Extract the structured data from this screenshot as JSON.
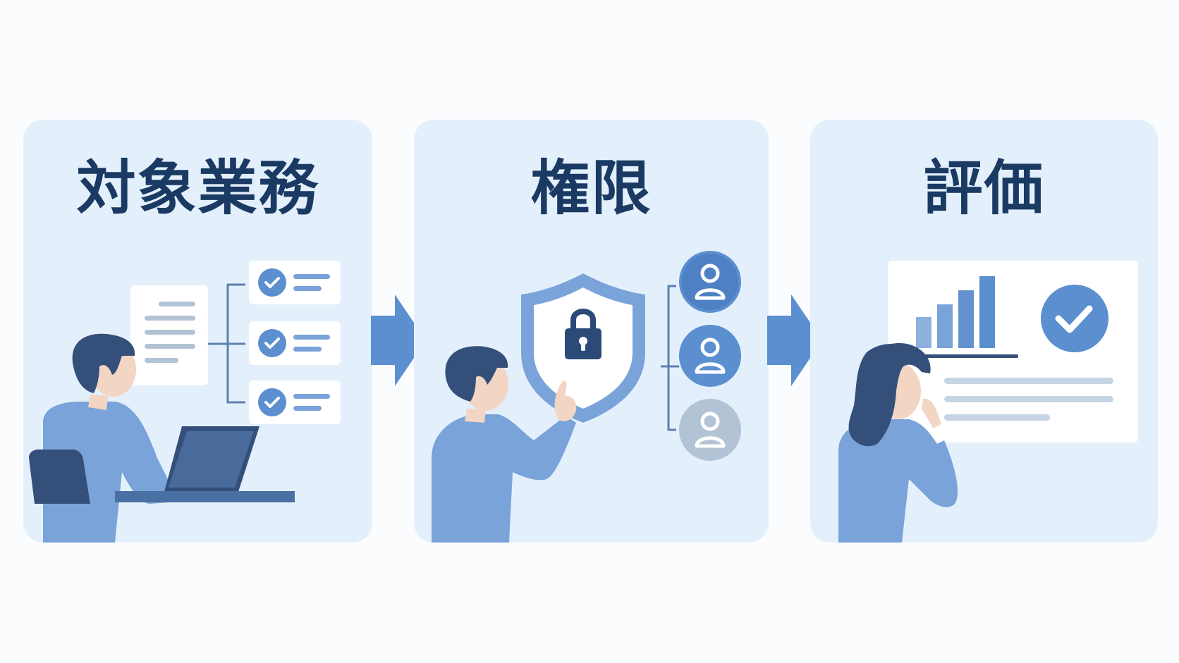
{
  "steps": [
    {
      "title": "対象業務"
    },
    {
      "title": "権限"
    },
    {
      "title": "評価"
    }
  ],
  "colors": {
    "panel_bg": "#e3f0fc",
    "title": "#1b3a63",
    "accent": "#5b8fd0",
    "dark": "#34507a",
    "light_blue": "#7aa3d9",
    "gray": "#b3c3d6"
  },
  "icons": [
    "document-icon",
    "checklist-icon",
    "laptop-icon",
    "shield-lock-icon",
    "user-icon",
    "bar-chart-icon",
    "check-circle-icon",
    "arrow-right-icon"
  ]
}
